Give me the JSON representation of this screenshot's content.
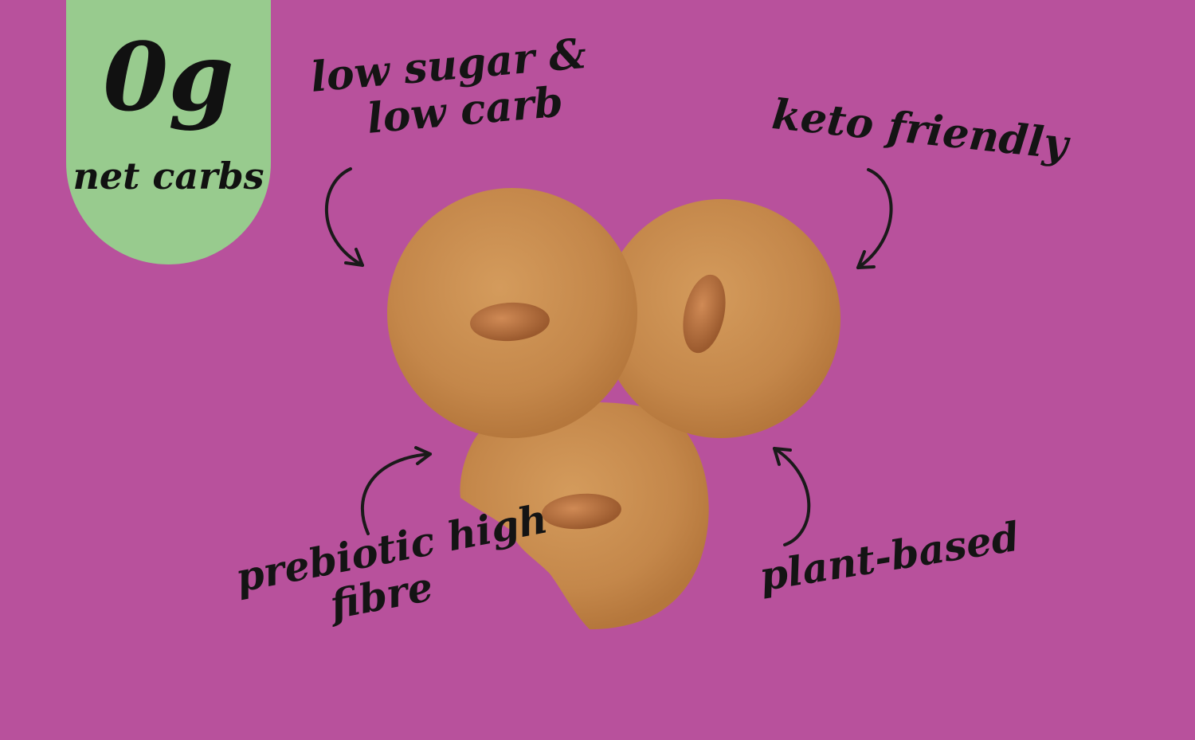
{
  "badge": {
    "big": "0g",
    "small": "net carbs",
    "color": "#98cb8e"
  },
  "background_color": "#b8519c",
  "callouts": [
    {
      "lines": [
        "low sugar &",
        "low carb"
      ]
    },
    {
      "lines": [
        "keto friendly"
      ]
    },
    {
      "lines": [
        "prebiotic high",
        "fibre"
      ]
    },
    {
      "lines": [
        "plant-based"
      ]
    }
  ],
  "arrows": [
    "curved-arrow-icon",
    "curved-arrow-icon",
    "curved-arrow-icon",
    "curved-arrow-icon"
  ],
  "product_image": "three-almond-cookies"
}
